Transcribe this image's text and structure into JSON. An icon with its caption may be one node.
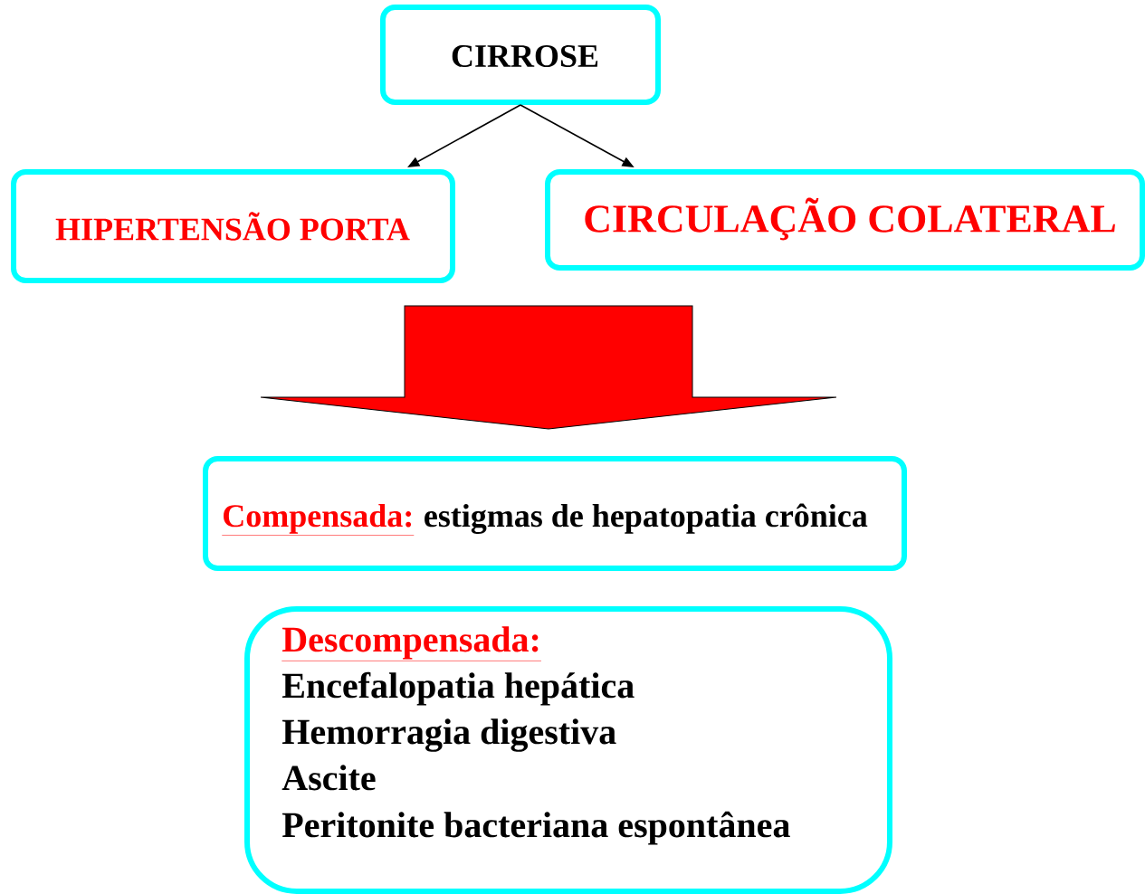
{
  "diagram": {
    "nodes": [
      {
        "text": [
          "CIRROSE"
        ]
      },
      {
        "text": [
          "HIPERTENSÃO PORTA"
        ]
      },
      {
        "text": [
          "CIRCULAÇÃO COLATERAL"
        ]
      },
      {
        "text": [
          "Compensada:",
          "estigmas de hepatopatia crônica"
        ]
      },
      {
        "text": [
          "Descompensada:",
          "Encefalopatia hepática",
          "Hemorragia digestiva",
          "Ascite",
          "Peritonite bacteriana espontânea"
        ]
      }
    ],
    "edges": [
      {
        "from": 0,
        "to": 1,
        "arrow": "to"
      },
      {
        "from": 0,
        "to": 2,
        "arrow": "to"
      },
      {
        "from": null,
        "to": 3,
        "arrow": "to",
        "style": "thick",
        "color": "#ff0000"
      }
    ]
  }
}
